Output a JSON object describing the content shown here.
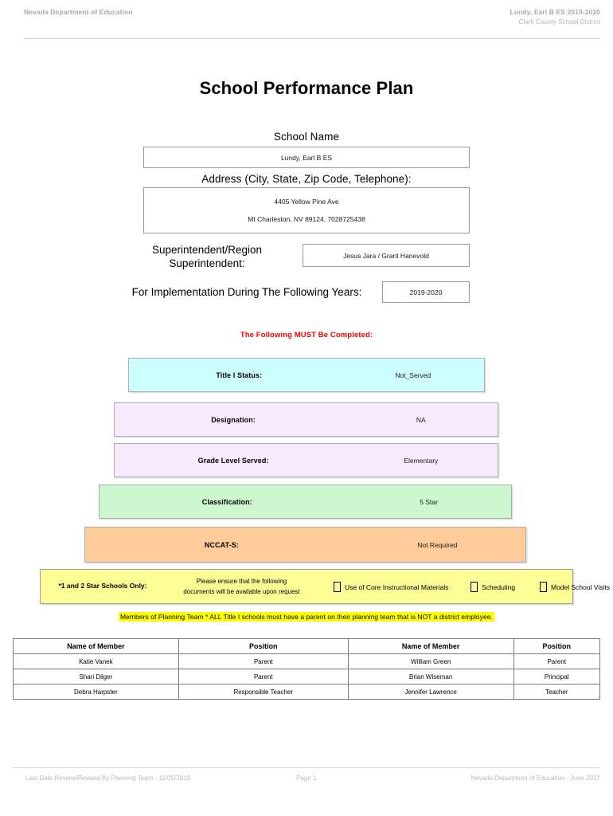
{
  "header": {
    "left": "Nevada Department of Education",
    "right_line1": "Lundy, Earl B ES  2019-2020",
    "right_line2": "Clark County School District"
  },
  "title": "School Performance Plan",
  "fields": {
    "school_name_label": "School Name",
    "school_name_value": "Lundy, Earl B ES",
    "address_label": "Address (City, State, Zip Code, Telephone):",
    "address_line1": "4405 Yellow Pine Ave",
    "address_line2": "Mt Charleston, NV  89124, 7028725438",
    "superintendent_label": "Superintendent/Region Superintendent:",
    "superintendent_value": "Jesus Jara / Grant Hanevold",
    "years_label": "For Implementation During The Following Years:",
    "years_value": "2019-2020"
  },
  "red_notice": "The Following MUST Be Completed:",
  "status_bars": [
    {
      "label": "Title I Status:",
      "value": "Not_Served",
      "color": "#CCFFFF"
    },
    {
      "label": "Designation:",
      "value": "NA",
      "color": "#F5EBFC"
    },
    {
      "label": "Grade Level Served:",
      "value": "Elementary",
      "color": "#F5EBFC"
    },
    {
      "label": "Classification:",
      "value": "5 Star",
      "color": "#CCF7CF"
    },
    {
      "label": "NCCAT-S:",
      "value": "Not Required",
      "color": "#FCCB99"
    }
  ],
  "star_band": {
    "label": "*1 and 2 Star Schools Only:",
    "note_line1": "Please ensure that the following",
    "note_line2": "documents will be available upon request",
    "checkboxes": [
      {
        "label": "Use of Core Instructional Materials",
        "checked": false
      },
      {
        "label": "Scheduling",
        "checked": false
      },
      {
        "label": "Model School Visits",
        "checked": false
      }
    ],
    "highlight_color": "#FDFD96"
  },
  "planning_team_note": "Members of Planning Team * ALL Title I schools must have a parent on their planning team that is NOT a district employee.",
  "members_table": {
    "headers": [
      "Name of Member",
      "Position",
      "Name of Member",
      "Position"
    ],
    "rows": [
      [
        "Katie Vanek",
        "Parent",
        "William Green",
        "Parent"
      ],
      [
        "Shari Dilger",
        "Parent",
        "Brian Wiseman",
        "Principal"
      ],
      [
        "Debra Harpster",
        "Responsible Teacher",
        "Jennifer Lawrence",
        "Teacher"
      ]
    ]
  },
  "footer": {
    "left": "Last Date Review/Revised By Planning Team - 11/05/2019",
    "center": "Page 1",
    "right": "Nevada Department of Education - June 2017"
  }
}
